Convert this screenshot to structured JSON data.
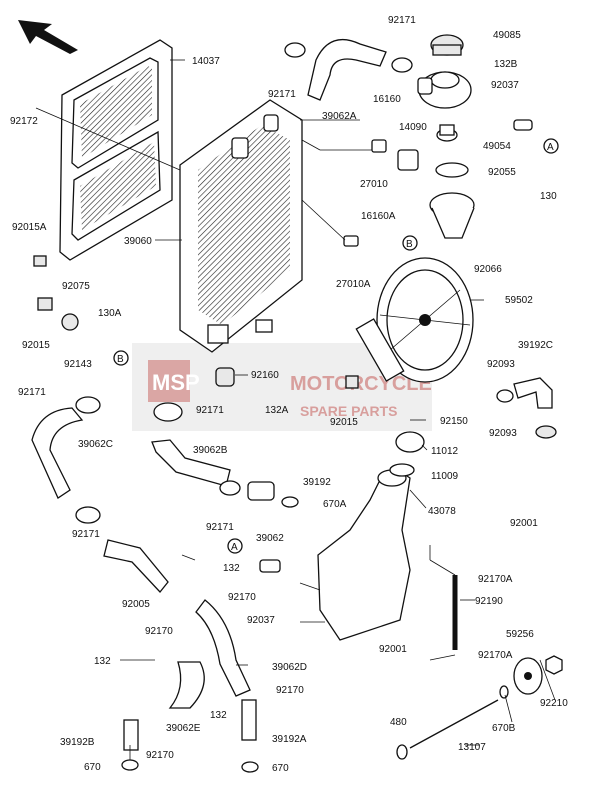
{
  "diagram": {
    "watermark": {
      "logo": "MSP",
      "line1": "MOTORCYCLE",
      "line2": "SPARE PARTS"
    },
    "labels": {
      "p14037": "14037",
      "p92172": "92172",
      "p92015A": "92015A",
      "p39060": "39060",
      "p92075": "92075",
      "p130A": "130A",
      "p92015a": "92015",
      "p92143": "92143",
      "p92171a": "92171",
      "p39062A": "39062A",
      "p92171b": "92171",
      "p49085": "49085",
      "p132B": "132B",
      "p16160": "16160",
      "p92037a": "92037",
      "p14090": "14090",
      "p49054": "49054",
      "p27010": "27010",
      "p92055": "92055",
      "p130": "130",
      "p16160A": "16160A",
      "p92066": "92066",
      "p27010A": "27010A",
      "p59502": "59502",
      "p39192C": "39192C",
      "p92093a": "92093",
      "p92093b": "92093",
      "p92160": "92160",
      "p92171c": "92171",
      "p132A": "132A",
      "p92015b": "92015",
      "p92150": "92150",
      "p11012": "11012",
      "p11009": "11009",
      "p39062C": "39062C",
      "p92171d": "92171",
      "p39062B": "39062B",
      "p39192": "39192",
      "p670A": "670A",
      "p92171e": "92171",
      "p43078": "43078",
      "p92001a": "92001",
      "p92171f": "92171",
      "p39062": "39062",
      "p132a": "132",
      "p92005": "92005",
      "p92170a": "92170",
      "p92170A1": "92170A",
      "p92190": "92190",
      "p92037b": "92037",
      "p92170b": "92170",
      "p39062D": "39062D",
      "p92001b": "92001",
      "p92170A2": "92170A",
      "p59256": "59256",
      "p132b": "132",
      "p92170c": "92170",
      "p92210": "92210",
      "p39062E": "39062E",
      "p670B": "670B",
      "p480": "480",
      "p39192B": "39192B",
      "p132c": "132",
      "p39192A": "39192A",
      "p92170d": "92170",
      "p13107": "13107",
      "p670a": "670",
      "p670b": "670",
      "markerA1": "A",
      "markerA2": "A",
      "markerB1": "B",
      "markerB2": "B"
    }
  }
}
